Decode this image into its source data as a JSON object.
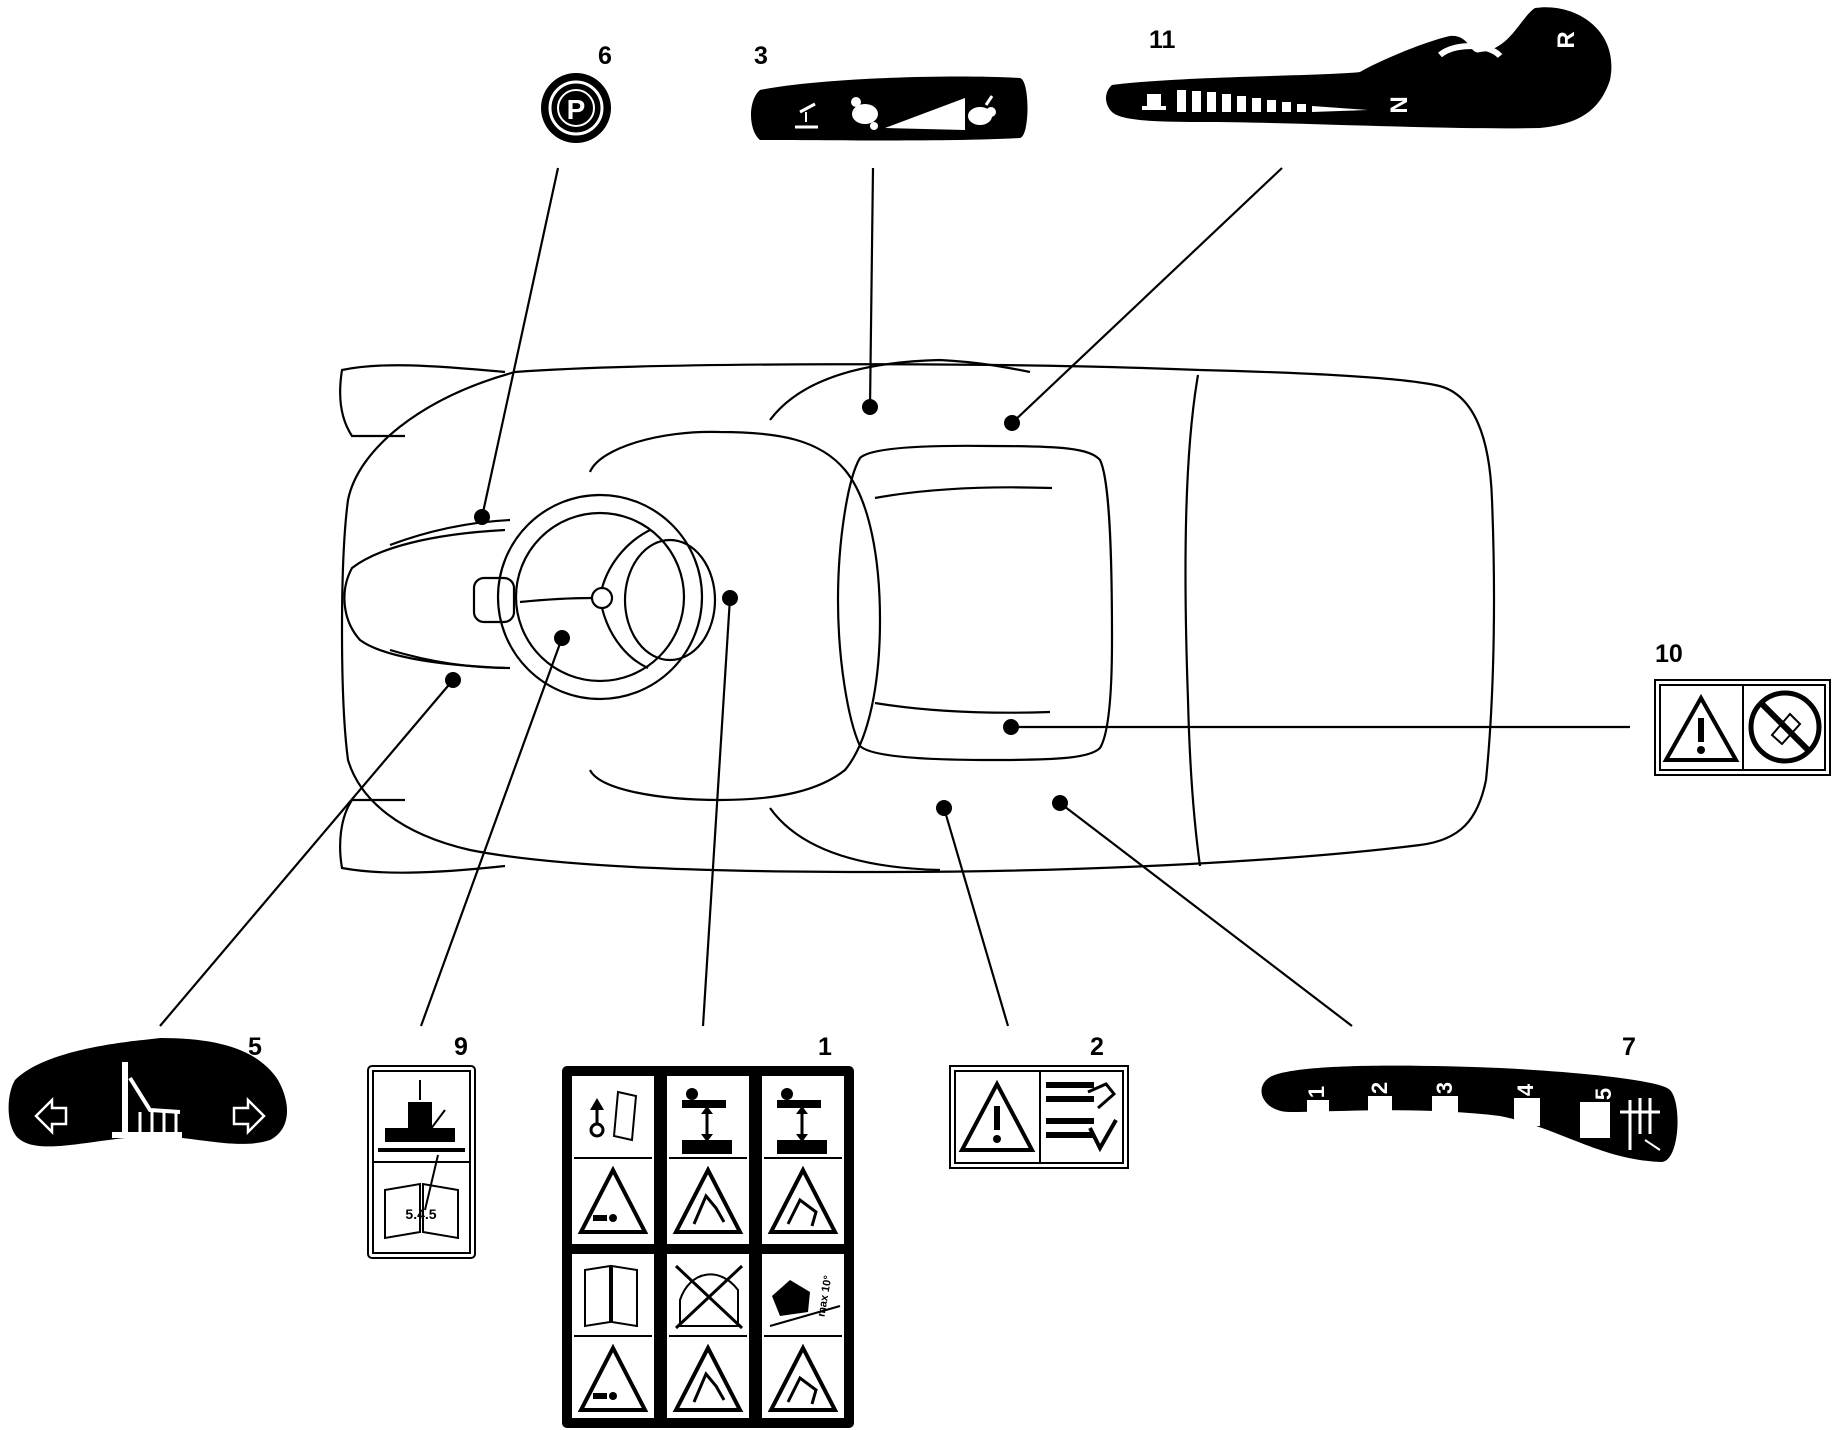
{
  "callouts": {
    "c1": "1",
    "c2": "2",
    "c3": "3",
    "c5": "5",
    "c6": "6",
    "c7": "7",
    "c9": "9",
    "c10": "10",
    "c11": "11"
  },
  "decals": {
    "parking_brake_letter": "P",
    "gear_reverse": "R",
    "gear_neutral": "N",
    "height_positions": [
      "1",
      "2",
      "3",
      "4",
      "5"
    ],
    "manual_section": "5.4.5",
    "slope_limit": "max 10°"
  },
  "icons": [
    "parking-brake-icon",
    "throttle-choke-icon",
    "turtle-icon",
    "hare-icon",
    "warning-triangle-icon",
    "manual-book-icon",
    "arrow-left-icon",
    "arrow-right-icon"
  ]
}
